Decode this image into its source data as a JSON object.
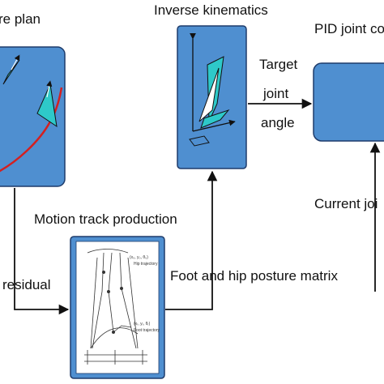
{
  "labels": {
    "posture_plan": "re plan",
    "inverse_kinematics": "Inverse kinematics",
    "pid_joint_control": "PID joint co",
    "target_joint_line1": "Target",
    "target_joint_line2": "joint",
    "target_joint_line3": "angle",
    "current_joint": "Current joi",
    "motion_track_production": "Motion track production",
    "residual": "residual",
    "foot_hip_posture_matrix": "Foot and hip posture matrix"
  },
  "inset": {
    "hip_tag": "(x₀, y₀, θ₀)",
    "hip_trajectory": "Hip trajectory",
    "foot_tag": "(xᵣ, yᵣ, θᵣ)",
    "foot_trajectory": "Foot trajectory"
  },
  "colors": {
    "box_fill": "#4f8fd0",
    "box_border": "#1f3c6b",
    "arrow": "#111111",
    "trajectory_red": "#d42020",
    "triangle_cyan": "#2ec9c9"
  }
}
